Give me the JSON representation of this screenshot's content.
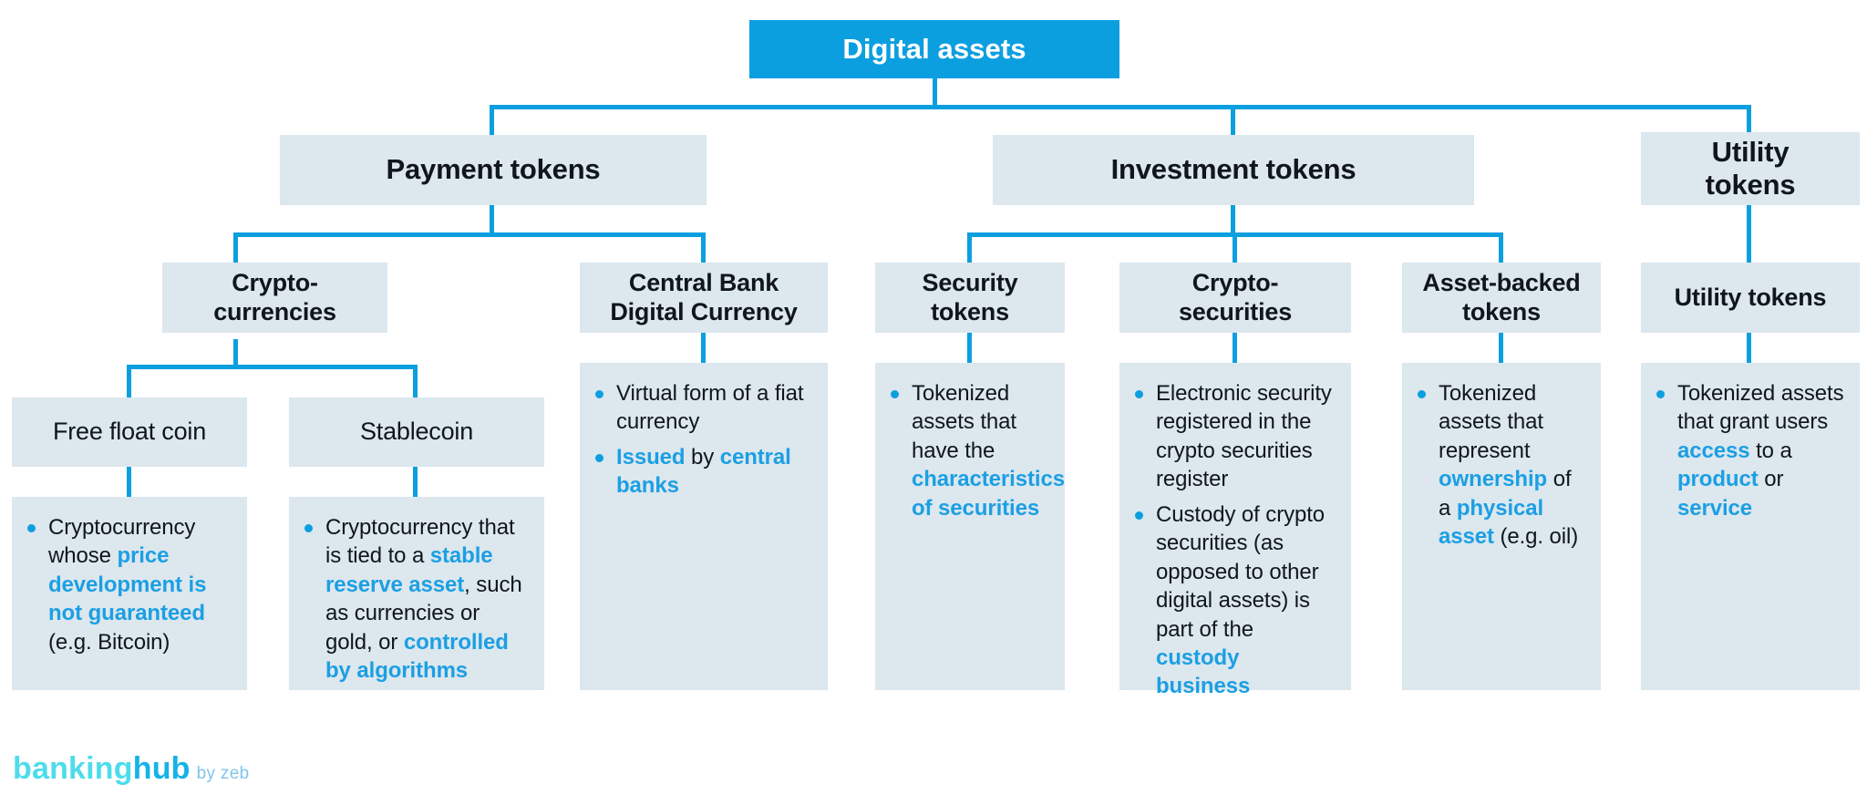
{
  "diagram": {
    "title": "Digital assets taxonomy",
    "colors": {
      "accent": "#0c9fe0",
      "box_fill": "#dce7ee",
      "root_fill": "#0c9fe0",
      "text": "#10161c",
      "highlight": "#1c9fe3"
    },
    "root": {
      "label": "Digital assets"
    },
    "level1": [
      {
        "label": "Payment tokens"
      },
      {
        "label": "Investment tokens"
      },
      {
        "label": "Utility\ntokens"
      }
    ],
    "level2": [
      {
        "label": "Crypto-\ncurrencies"
      },
      {
        "label": "Central Bank\nDigital Currency"
      },
      {
        "label": "Security\ntokens"
      },
      {
        "label": "Crypto-\nsecurities"
      },
      {
        "label": "Asset-backed\ntokens"
      },
      {
        "label": "Utility tokens"
      }
    ],
    "level3": [
      {
        "label": "Free float coin"
      },
      {
        "label": "Stablecoin"
      }
    ],
    "panels": {
      "free_float_coin": {
        "bullets": [
          [
            {
              "t": "Cryptocurrency whose ",
              "b": false
            },
            {
              "t": "price development is not guaranteed",
              "b": true
            },
            {
              "t": " (e.g. Bitcoin)",
              "b": false
            }
          ]
        ]
      },
      "stablecoin": {
        "bullets": [
          [
            {
              "t": "Cryptocurrency that is tied to a ",
              "b": false
            },
            {
              "t": "stable reserve asset",
              "b": true
            },
            {
              "t": ", such as currencies or gold, or ",
              "b": false
            },
            {
              "t": "controlled by algorithms",
              "b": true
            }
          ]
        ]
      },
      "cbdc": {
        "bullets": [
          [
            {
              "t": "Virtual form of a fiat currency",
              "b": false
            }
          ],
          [
            {
              "t": "Issued",
              "b": true
            },
            {
              "t": " by ",
              "b": false
            },
            {
              "t": "central banks",
              "b": true
            }
          ]
        ]
      },
      "security_tokens": {
        "bullets": [
          [
            {
              "t": "Tokenized assets that have the ",
              "b": false
            },
            {
              "t": "characteristics of securities",
              "b": true
            }
          ]
        ]
      },
      "crypto_securities": {
        "bullets": [
          [
            {
              "t": "Electronic security registered in the crypto securities register",
              "b": false
            }
          ],
          [
            {
              "t": "Custody of crypto securities (as opposed to other digital assets) is part of the ",
              "b": false
            },
            {
              "t": "custody business",
              "b": true
            }
          ]
        ]
      },
      "asset_backed_tokens": {
        "bullets": [
          [
            {
              "t": "Tokenized assets that represent ",
              "b": false
            },
            {
              "t": "ownership",
              "b": true
            },
            {
              "t": " of a ",
              "b": false
            },
            {
              "t": "physical asset",
              "b": true
            },
            {
              "t": " (e.g. oil)",
              "b": false
            }
          ]
        ]
      },
      "utility_tokens": {
        "bullets": [
          [
            {
              "t": "Tokenized assets that grant users ",
              "b": false
            },
            {
              "t": "access",
              "b": true
            },
            {
              "t": " to a ",
              "b": false
            },
            {
              "t": "product",
              "b": true
            },
            {
              "t": " or ",
              "b": false
            },
            {
              "t": "service",
              "b": true
            }
          ]
        ]
      }
    }
  },
  "logo": {
    "part1": "banking",
    "part2": "hub",
    "suffix": "by zeb"
  }
}
